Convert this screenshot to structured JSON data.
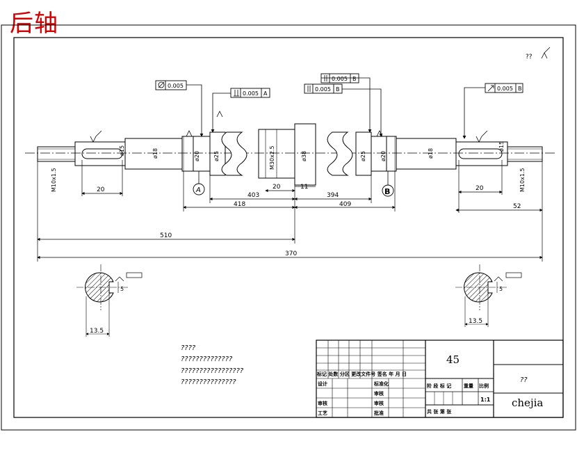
{
  "title": "后轴",
  "rough_mark_top": "??",
  "tolerances": {
    "runout_left": "0.005",
    "perp_left": "0.005",
    "perp_left_ref": "A",
    "perp_right_1": "0.005",
    "perp_right_1_ref": "B",
    "perp_right_2": "0.005",
    "perp_right_2_ref": "B",
    "runout_right": "0.005",
    "runout_right_ref": "B"
  },
  "datums": {
    "a": "A",
    "b": "B"
  },
  "diameters": {
    "left_thread": "M10x1.5",
    "left_key_shaft": "ø15",
    "left_shaft": "ø18",
    "left_bearing": "ø20",
    "left_step": "ø25",
    "center_thread": "M30x2.5",
    "center_shoulder": "ø38",
    "right_step": "ø25",
    "right_bearing": "ø20",
    "right_shaft": "ø18",
    "right_key_shaft": "ø15",
    "right_thread": "M10x1.5"
  },
  "dims": {
    "left_key": "20",
    "center_key": "20",
    "center_gap": "11",
    "right_key": "20",
    "left_403": "403",
    "right_394": "394",
    "left_418": "418",
    "right_409": "409",
    "right_52": "52",
    "total_510": "510",
    "total_370": "370",
    "left_section": "13.5",
    "right_section": "13.5",
    "section_small": "5"
  },
  "notes": [
    "????",
    "??????????????",
    "?????????????????",
    "???????????????"
  ],
  "title_block": {
    "material": "45",
    "drawing_no": "??",
    "company": "chejia",
    "scale": "1:1",
    "header": "标记 处数 分区 更改文件号 签名 年 月 日",
    "design": "设计",
    "standard": "标准化",
    "review": "审核",
    "process": "工艺",
    "check": "审核",
    "approve": "批准",
    "stage_label": "阶 段 标 记",
    "weight": "重量",
    "ratio": "比例",
    "sheets": "共   张   第   张"
  }
}
